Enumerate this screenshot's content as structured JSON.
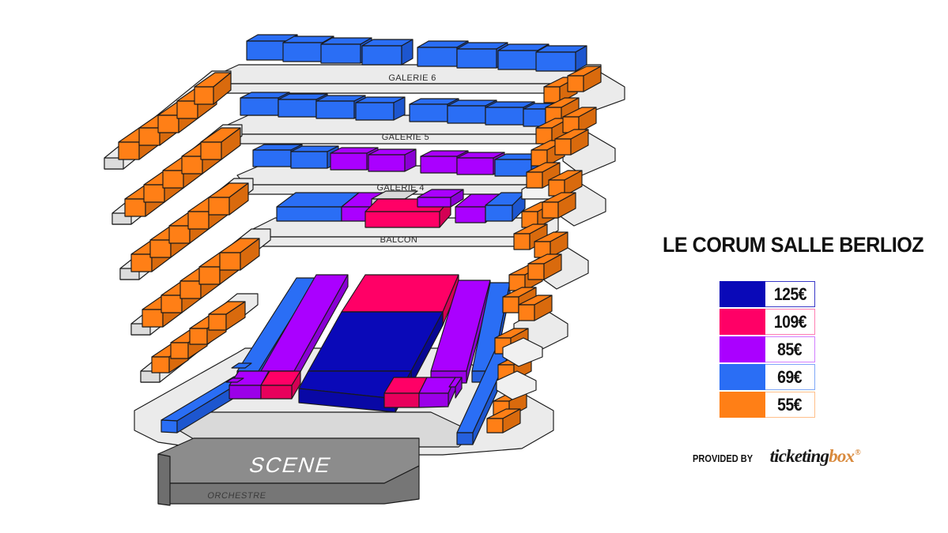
{
  "venue": {
    "title": "LE CORUM SALLE BERLIOZ",
    "stage_label": "SCENE",
    "orchestra_label": "ORCHESTRE"
  },
  "legend": {
    "items": [
      {
        "price": "125€",
        "color": "#0a09b8",
        "border": "#3a39c8"
      },
      {
        "price": "109€",
        "color": "#ff0066",
        "border": "#ff7fb2"
      },
      {
        "price": "85€",
        "color": "#aa00ff",
        "border": "#d27fff"
      },
      {
        "price": "69€",
        "color": "#2a6ef5",
        "border": "#7fa8f8"
      },
      {
        "price": "55€",
        "color": "#ff7f16",
        "border": "#ffbf8a"
      }
    ]
  },
  "branding": {
    "provided_by": "PROVIDED BY",
    "brand_first": "ticketing",
    "brand_second": "box",
    "registered": "®"
  },
  "tiers": [
    {
      "id": "galerie-6",
      "label": "GALERIE 6"
    },
    {
      "id": "galerie-5",
      "label": "GALERIE 5"
    },
    {
      "id": "galerie-4",
      "label": "GALERIE 4"
    },
    {
      "id": "balcon",
      "label": "BALCON"
    }
  ],
  "map": {
    "palette": {
      "p125": "#0a09b8",
      "p109": "#ff0066",
      "p85": "#aa00ff",
      "p69": "#2a6ef5",
      "p55": "#ff7f16",
      "deck": "#ebebeb",
      "deck_side": "#d4d4d4",
      "stage": "#8c8c8c",
      "stage_side": "#767676",
      "floor": "#d9d9d9",
      "outline": "#1a1a1a"
    },
    "galerie_6_blocks": [
      "p69",
      "p69",
      "p69",
      "p69",
      "p69",
      "p69",
      "p69",
      "p69"
    ],
    "galerie_5_blocks": [
      "p69",
      "p69",
      "p69",
      "p69",
      "p69",
      "p69",
      "p69",
      "p69"
    ],
    "galerie_4_blocks": [
      "p69",
      "p69",
      "p85",
      "p85",
      "p85",
      "p85",
      "p69"
    ],
    "balcon_blocks": [
      "p69",
      "p85",
      "p109",
      "p85",
      "p69"
    ],
    "parterre_strips": [
      "p69",
      "p85",
      "p109",
      "p125",
      "p85",
      "p69"
    ],
    "side_blocks_color": "p55"
  }
}
